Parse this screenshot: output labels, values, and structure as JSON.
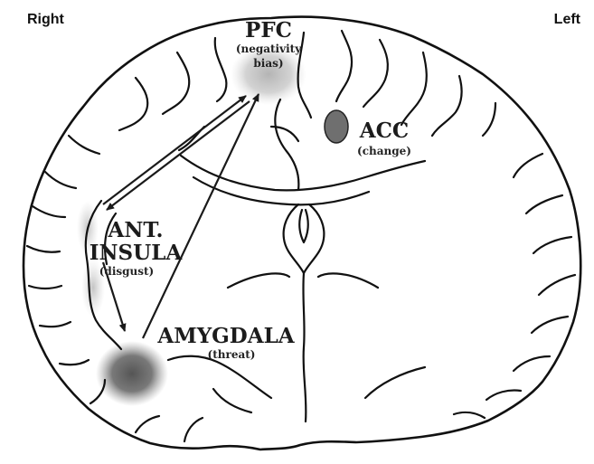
{
  "orientation": {
    "right": "Right",
    "left": "Left"
  },
  "regions": {
    "pfc": {
      "name": "PFC",
      "role_line1": "(negativity",
      "role_line2": "bias)"
    },
    "acc": {
      "name": "ACC",
      "role": "(change)"
    },
    "insula": {
      "name_line1": "ANT.",
      "name_line2": "INSULA",
      "role": "(disgust)"
    },
    "amygdala": {
      "name": "AMYGDALA",
      "role": "(threat)"
    }
  },
  "colors": {
    "outline": "#111111",
    "highlight_light": "#b5b5b5",
    "highlight_dark": "#5e5e5e",
    "acc_fill": "#6f6f6f"
  }
}
